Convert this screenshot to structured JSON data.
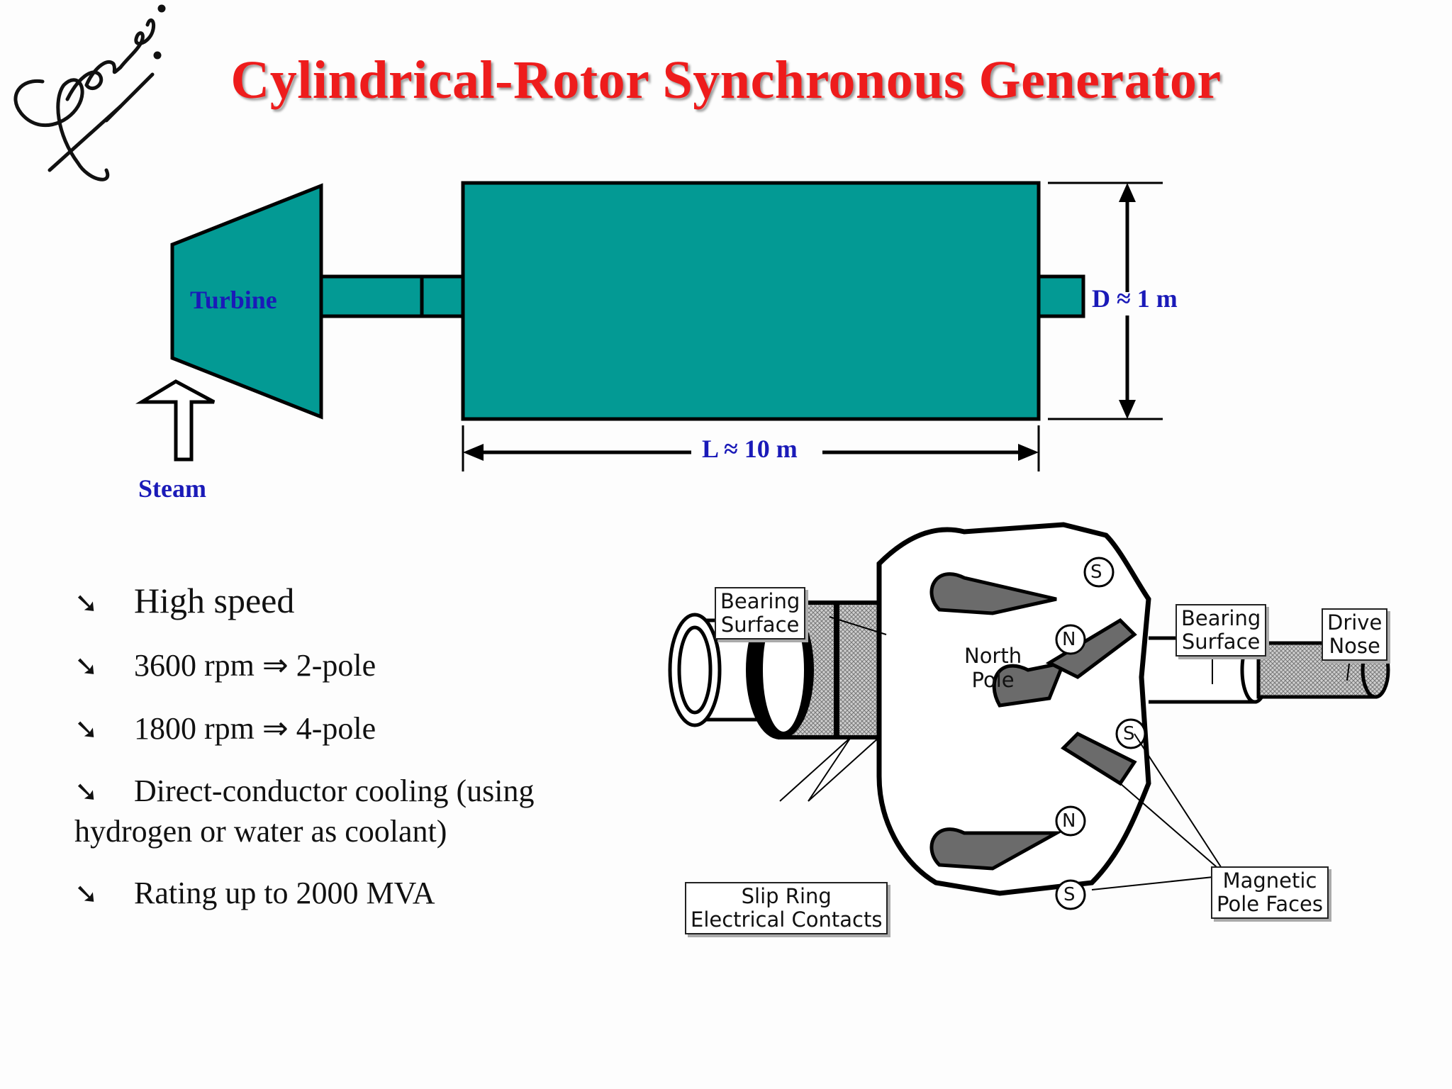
{
  "title": "Cylindrical-Rotor Synchronous Generator",
  "signature_text": "Jenam",
  "top_diagram": {
    "turbine_label": "Turbine",
    "steam_label": "Steam",
    "diameter_label": "D ≈ 1 m",
    "length_label": "L ≈ 10 m",
    "fill_color": "#039a94"
  },
  "bullets": [
    "High speed",
    "3600 rpm ⇒ 2-pole",
    "1800 rpm ⇒ 4-pole",
    "Direct-conductor cooling (using hydrogen or water as coolant)",
    "Rating up to 2000 MVA"
  ],
  "bullet_icon": "arrow-down-right-icon",
  "rotor_diagram": {
    "bearing_left": [
      "Bearing",
      "Surface"
    ],
    "bearing_right": [
      "Bearing",
      "Surface"
    ],
    "drive_nose": [
      "Drive",
      "Nose"
    ],
    "north_pole": [
      "North",
      "Pole"
    ],
    "slip_ring": [
      "Slip Ring",
      "Electrical Contacts"
    ],
    "magnetic_pole": [
      "Magnetic",
      "Pole Faces"
    ],
    "pole_marks": [
      "S",
      "N",
      "S",
      "N",
      "S"
    ]
  }
}
